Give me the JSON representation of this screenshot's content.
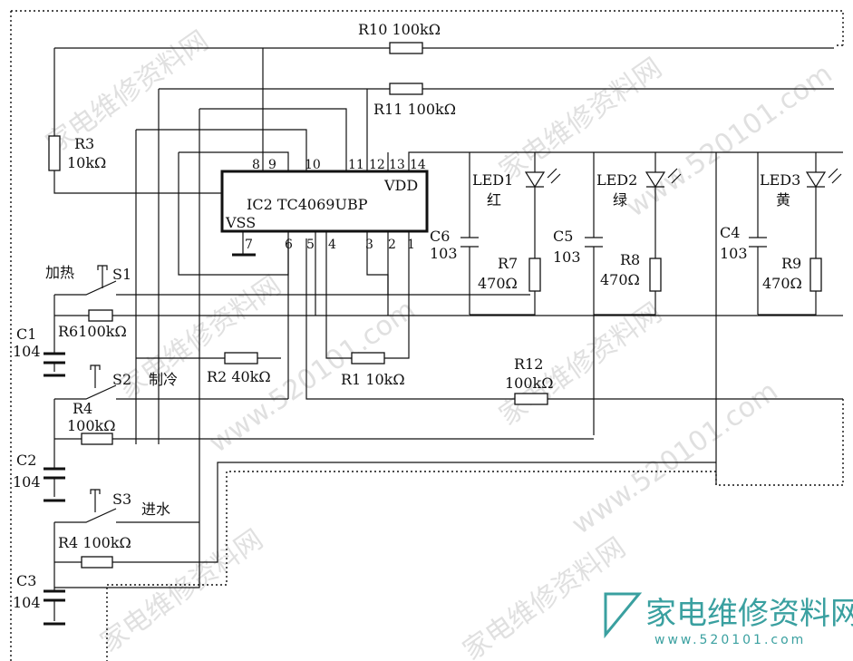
{
  "watermark": {
    "cn": "家电维修资料网",
    "url": "www.520101.com"
  },
  "ic": {
    "name": "IC2 TC4069UBP",
    "vdd": "VDD",
    "vss": "VSS",
    "pins_top": [
      "8",
      "9",
      "10",
      "11",
      "12",
      "13",
      "14"
    ],
    "pins_bottom": [
      "7",
      "6",
      "5",
      "4",
      "3",
      "2",
      "1"
    ]
  },
  "labels": {
    "r10": "R10 100kΩ",
    "r11": "R11 100kΩ",
    "r3_ref": "R3",
    "r3_val": "10kΩ",
    "led1": "LED1",
    "led1_color": "红",
    "led2": "LED2",
    "led2_color": "绿",
    "led3": "LED3",
    "led3_color": "黄",
    "c6_ref": "C6",
    "c6_val": "103",
    "c5_ref": "C5",
    "c5_val": "103",
    "c4_ref": "C4",
    "c4_val": "103",
    "r7_ref": "R7",
    "r7_val": "470Ω",
    "r8_ref": "R8",
    "r8_val": "470Ω",
    "r9_ref": "R9",
    "r9_val": "470Ω",
    "heat": "加热",
    "s1": "S1",
    "c1_ref": "C1",
    "c1_val": "104",
    "r6": "R6100kΩ",
    "s2": "S2",
    "cool": "制冷",
    "r2": "R2 40kΩ",
    "r1": "R1 10kΩ",
    "r12_ref": "R12",
    "r12_val": "100kΩ",
    "r4a_ref": "R4",
    "r4a_val": "100kΩ",
    "c2_ref": "C2",
    "c2_val": "104",
    "s3": "S3",
    "water": "进水",
    "r4b": "R4 100kΩ",
    "c3_ref": "C3",
    "c3_val": "104"
  },
  "logo": {
    "cn": "家电维修资料网",
    "url": "www.520101.com"
  }
}
